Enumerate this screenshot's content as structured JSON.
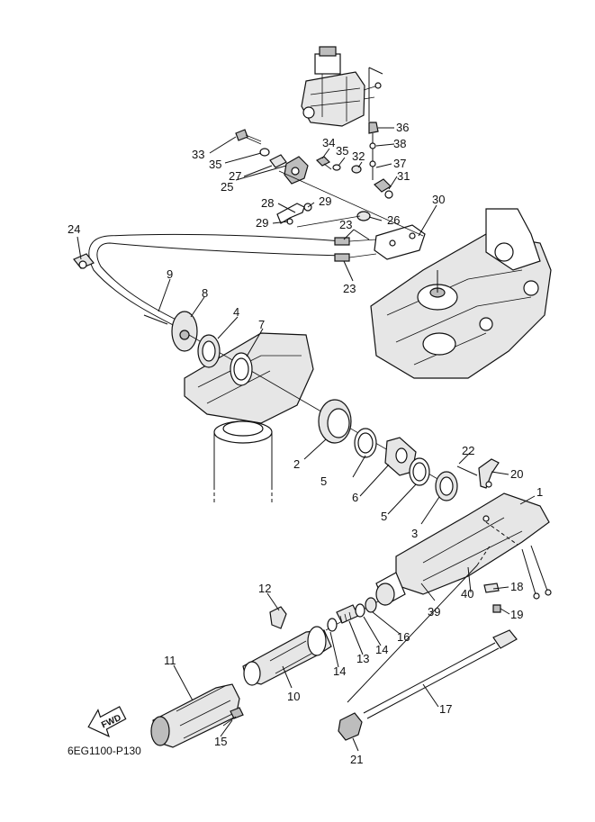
{
  "diagram_code": "6EG1100-P130",
  "fwd_label": "FWD",
  "parts": [
    {
      "id": "p1",
      "label": "1"
    },
    {
      "id": "p2",
      "label": "2"
    },
    {
      "id": "p3",
      "label": "3"
    },
    {
      "id": "p4",
      "label": "4"
    },
    {
      "id": "p5a",
      "label": "5"
    },
    {
      "id": "p5b",
      "label": "5"
    },
    {
      "id": "p6",
      "label": "6"
    },
    {
      "id": "p7",
      "label": "7"
    },
    {
      "id": "p8",
      "label": "8"
    },
    {
      "id": "p9",
      "label": "9"
    },
    {
      "id": "p10",
      "label": "10"
    },
    {
      "id": "p11",
      "label": "11"
    },
    {
      "id": "p12",
      "label": "12"
    },
    {
      "id": "p13",
      "label": "13"
    },
    {
      "id": "p14a",
      "label": "14"
    },
    {
      "id": "p14b",
      "label": "14"
    },
    {
      "id": "p15",
      "label": "15"
    },
    {
      "id": "p16",
      "label": "16"
    },
    {
      "id": "p17",
      "label": "17"
    },
    {
      "id": "p18",
      "label": "18"
    },
    {
      "id": "p19",
      "label": "19"
    },
    {
      "id": "p20",
      "label": "20"
    },
    {
      "id": "p21",
      "label": "21"
    },
    {
      "id": "p22",
      "label": "22"
    },
    {
      "id": "p23a",
      "label": "23"
    },
    {
      "id": "p23b",
      "label": "23"
    },
    {
      "id": "p24",
      "label": "24"
    },
    {
      "id": "p25",
      "label": "25"
    },
    {
      "id": "p26",
      "label": "26"
    },
    {
      "id": "p27",
      "label": "27"
    },
    {
      "id": "p28",
      "label": "28"
    },
    {
      "id": "p29a",
      "label": "29"
    },
    {
      "id": "p29b",
      "label": "29"
    },
    {
      "id": "p30",
      "label": "30"
    },
    {
      "id": "p31",
      "label": "31"
    },
    {
      "id": "p32",
      "label": "32"
    },
    {
      "id": "p33",
      "label": "33"
    },
    {
      "id": "p34",
      "label": "34"
    },
    {
      "id": "p35a",
      "label": "35"
    },
    {
      "id": "p35b",
      "label": "35"
    },
    {
      "id": "p36",
      "label": "36"
    },
    {
      "id": "p37",
      "label": "37"
    },
    {
      "id": "p38",
      "label": "38"
    },
    {
      "id": "p39",
      "label": "39"
    },
    {
      "id": "p40",
      "label": "40"
    }
  ]
}
